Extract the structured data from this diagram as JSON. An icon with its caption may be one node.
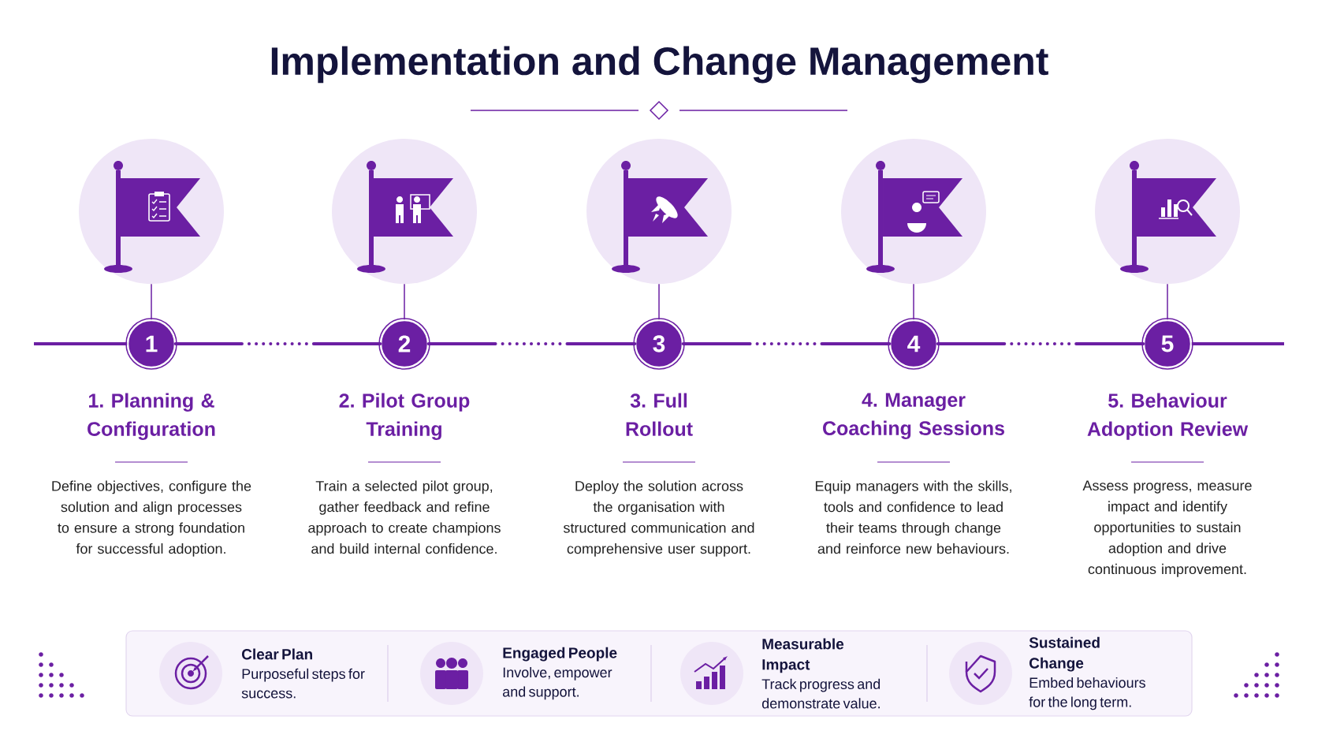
{
  "diagram": {
    "title": "Implementation and Change Management",
    "nodes": [
      {
        "text": [],
        "shape": "circle"
      },
      {
        "text": [
          "1"
        ],
        "beside": [
          "1. Planning & Configuration",
          "Define objectives, configure the solution and align processes to ensure a strong foundation for successful adoption."
        ]
      },
      {
        "text": [],
        "shape": "circle"
      },
      {
        "text": [
          "2"
        ],
        "beside": [
          "2. Pilot Group Training",
          "Train a selected pilot group, gather feedback and refine approach to create champions and build internal confidence."
        ]
      },
      {
        "text": [],
        "shape": "circle"
      },
      {
        "text": [
          "3"
        ],
        "beside": [
          "3. Full Rollout",
          "Deploy the solution across the organisation with structured communication and comprehensive user support."
        ]
      },
      {
        "text": [],
        "shape": "circle"
      },
      {
        "text": [
          "4"
        ],
        "beside": [
          "4. Manager Coaching Sessions",
          "Equip managers with the skills, tools and confidence to lead their teams through change and reinforce new behaviours."
        ]
      },
      {
        "text": [],
        "shape": "circle"
      },
      {
        "text": [
          "5"
        ],
        "beside": [
          "5. Behaviour Adoption Review",
          "Assess progress, measure impact and identify opportunities to sustain adoption and drive continuous improvement."
        ]
      },
      {
        "text": [],
        "shape": "box"
      },
      {
        "text": [
          "Clear Plan",
          "Purposeful steps for success."
        ],
        "in": 10
      },
      {
        "text": [
          "Engaged People",
          "Involve, empower and support."
        ],
        "in": 10
      },
      {
        "text": [
          "Measurable Impact",
          "Track progress and demonstrate value."
        ],
        "in": 10
      },
      {
        "text": [
          "Sustained Change",
          "Embed behaviours for the long term."
        ],
        "in": 10
      }
    ],
    "edges": [
      {
        "from": 0,
        "to": 1,
        "arrow": "none"
      },
      {
        "from": 2,
        "to": 3,
        "arrow": "none"
      },
      {
        "from": 4,
        "to": 5,
        "arrow": "none"
      },
      {
        "from": 6,
        "to": 7,
        "arrow": "none"
      },
      {
        "from": 8,
        "to": 9,
        "arrow": "none"
      },
      {
        "from": null,
        "to": 1,
        "arrow": "none"
      },
      {
        "from": 1,
        "to": 3,
        "arrow": "none",
        "style": "dashed"
      },
      {
        "from": 3,
        "to": 5,
        "arrow": "none",
        "style": "dashed"
      },
      {
        "from": 5,
        "to": 7,
        "arrow": "none",
        "style": "dashed"
      },
      {
        "from": 7,
        "to": 9,
        "arrow": "none",
        "style": "dashed"
      },
      {
        "from": 9,
        "to": null,
        "arrow": "none"
      }
    ]
  }
}
